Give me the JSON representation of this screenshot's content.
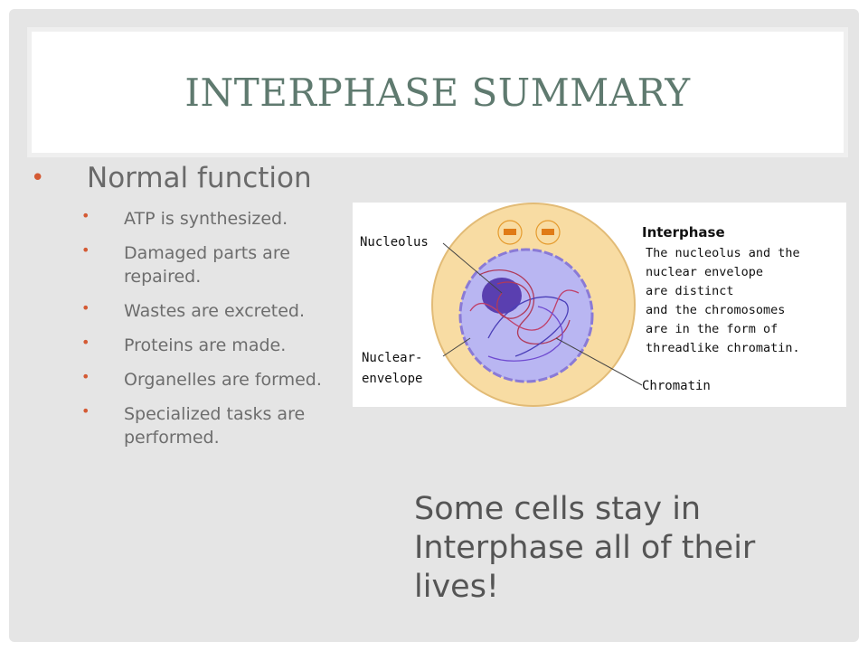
{
  "slide": {
    "title": "INTERPHASE SUMMARY",
    "main_bullet": "Normal function",
    "sub_bullets": [
      "ATP is synthesized.",
      "Damaged parts are repaired.",
      "Wastes are excreted.",
      "Proteins are made.",
      "Organelles are formed.",
      "Specialized tasks are performed."
    ],
    "note": "Some cells stay in Interphase all of their lives!"
  },
  "figure": {
    "heading": "Interphase",
    "caption_lines": [
      "The nucleolus and the",
      "nuclear envelope",
      "are distinct",
      "and the chromosomes",
      "are in the form of",
      "threadlike chromatin."
    ],
    "label_nucleolus": "Nucleolus",
    "label_nuclear_1": "Nuclear-",
    "label_nuclear_2": "envelope",
    "label_chromatin": "Chromatin"
  },
  "colors": {
    "title": "#5f7a6f",
    "bullet_dot": "#d45a34",
    "cell_fill": "#f8dca3",
    "nucleus_fill": "#b9b6f2",
    "chromatin": "#b03a5a"
  }
}
